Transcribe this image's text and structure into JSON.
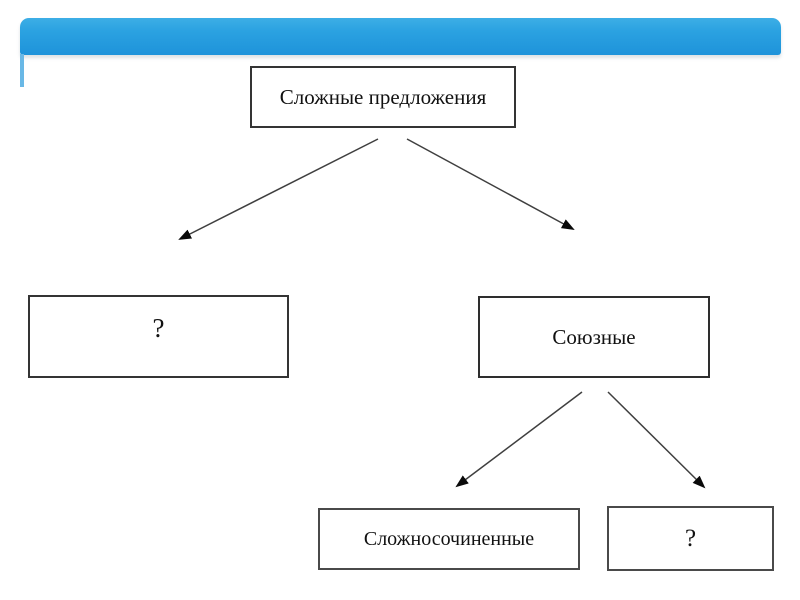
{
  "slide": {
    "accent_bar_color_top": "#3daee6",
    "accent_bar_color_bottom": "#1e93da",
    "background_color": "#ffffff"
  },
  "diagram": {
    "type": "tree",
    "nodes": {
      "root": {
        "label": "Сложные предложения"
      },
      "left_unknown": {
        "label": "?"
      },
      "soyuznye": {
        "label": "Союзные"
      },
      "slozhnosochinennye": {
        "label": "Сложносочиненные"
      },
      "right_unknown": {
        "label": "?"
      }
    },
    "edges": [
      {
        "from": "root",
        "to": "left_unknown"
      },
      {
        "from": "root",
        "to": "soyuznye"
      },
      {
        "from": "soyuznye",
        "to": "slozhnosochinennye"
      },
      {
        "from": "soyuznye",
        "to": "right_unknown"
      }
    ],
    "line_color": "#3f3f3f",
    "arrowhead_color": "#0a0a0a"
  }
}
